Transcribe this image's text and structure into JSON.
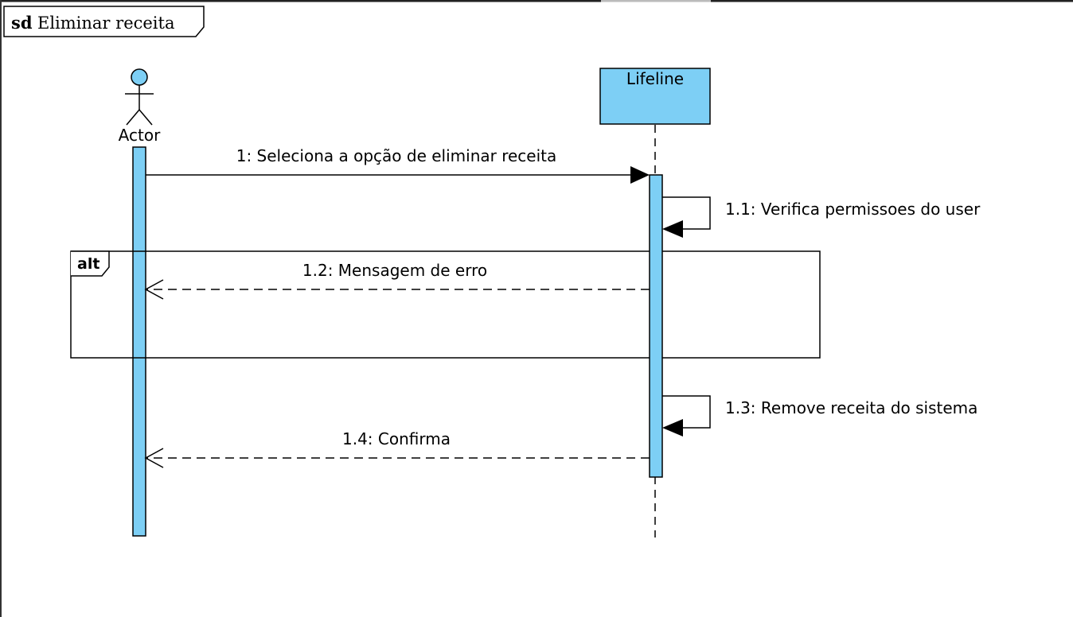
{
  "diagram": {
    "frame": {
      "keyword": "sd",
      "name": "Eliminar receita"
    },
    "actor": {
      "label": "Actor"
    },
    "lifeline": {
      "label": "Lifeline"
    },
    "fragment": {
      "operator": "alt"
    },
    "messages": [
      {
        "id": "m1",
        "label": "1: Seleciona a opção de eliminar receita",
        "kind": "sync"
      },
      {
        "id": "m11",
        "label": "1.1: Verifica permissoes do user",
        "kind": "self"
      },
      {
        "id": "m12",
        "label": "1.2: Mensagem de erro",
        "kind": "reply"
      },
      {
        "id": "m13",
        "label": "1.3: Remove receita do sistema",
        "kind": "self"
      },
      {
        "id": "m14",
        "label": "1.4: Confirma",
        "kind": "reply"
      }
    ]
  },
  "colors": {
    "fill": "#7dcff5",
    "line": "#000000",
    "background": "#ffffff"
  }
}
